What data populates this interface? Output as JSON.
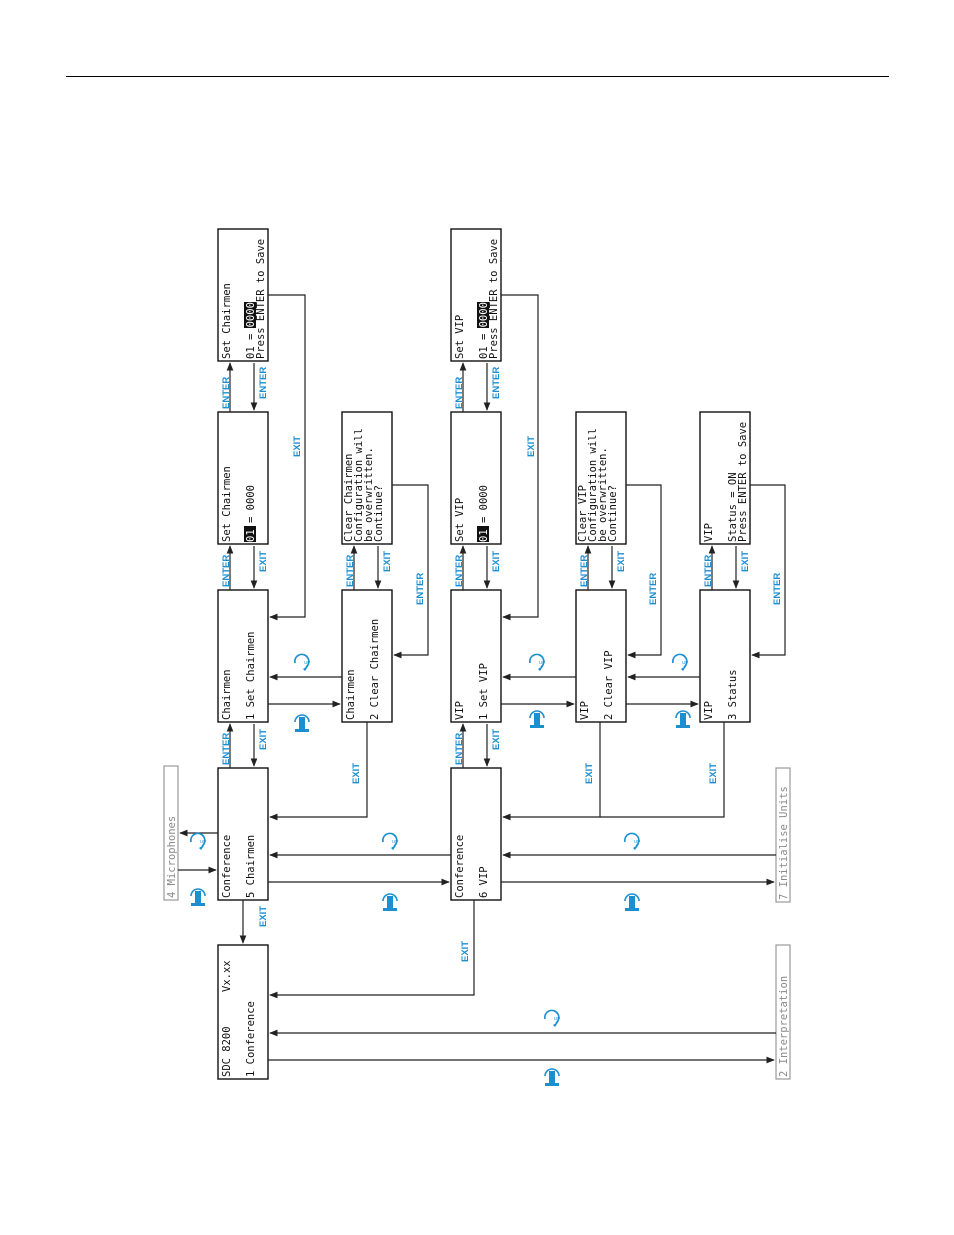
{
  "screens": {
    "sdc": {
      "line1": "SDC 8200",
      "version": "Vx.xx",
      "line2": "1 Conference"
    },
    "conf_chairmen": {
      "line1": "Conference",
      "line2": "5 Chairmen"
    },
    "conf_vip": {
      "line1": "Conference",
      "line2": "6 VIP"
    },
    "chairmen_set": {
      "line1": "Chairmen",
      "line2": "1 Set Chairmen"
    },
    "chairmen_clear": {
      "line1": "Chairmen",
      "line2": "2 Clear Chairmen"
    },
    "set_chairmen_select": {
      "line1": "Set Chairmen",
      "line3_sel": "01",
      "line3_rest": " = 0000"
    },
    "set_chairmen_edit": {
      "line1": "Set Chairmen",
      "line3_pre": "01 = ",
      "line3_sel": "0000",
      "line4": "Press ENTER to Save"
    },
    "clear_chairmen_confirm": {
      "line1": "Clear Chairmen",
      "line2": "Configuration will",
      "line3": "be overwritten.",
      "line4": "Continue?"
    },
    "vip_set": {
      "line1": "VIP",
      "line2": "1 Set VIP"
    },
    "vip_clear": {
      "line1": "VIP",
      "line2": "2 Clear VIP"
    },
    "vip_status": {
      "line1": "VIP",
      "line2": "3 Status"
    },
    "set_vip_select": {
      "line1": "Set VIP",
      "line3_sel": "01",
      "line3_rest": " = 0000"
    },
    "set_vip_edit": {
      "line1": "Set VIP",
      "line3_pre": "01 = ",
      "line3_sel": "0000",
      "line4": "Press ENTER to Save"
    },
    "clear_vip_confirm": {
      "line1": "Clear VIP",
      "line2": "Configuration will",
      "line3": "be overwritten.",
      "line4": "Continue?"
    },
    "vip_status_edit": {
      "line1": "VIP",
      "line3": "Status = ON",
      "line4": "Press ENTER to Save"
    }
  },
  "neighbors": {
    "microphones": "4 Microphones",
    "initialise_units": "7 Initialise Units",
    "interpretation": "2 Interpretation"
  },
  "keys": {
    "enter": "ENTER",
    "exit": "EXIT"
  },
  "knob_label": "UP",
  "colors": {
    "key_text": "#1c8fd0",
    "knob": "#1c8fd0",
    "lines": "#222222",
    "neighbor_gray": "#8a8a8a"
  }
}
